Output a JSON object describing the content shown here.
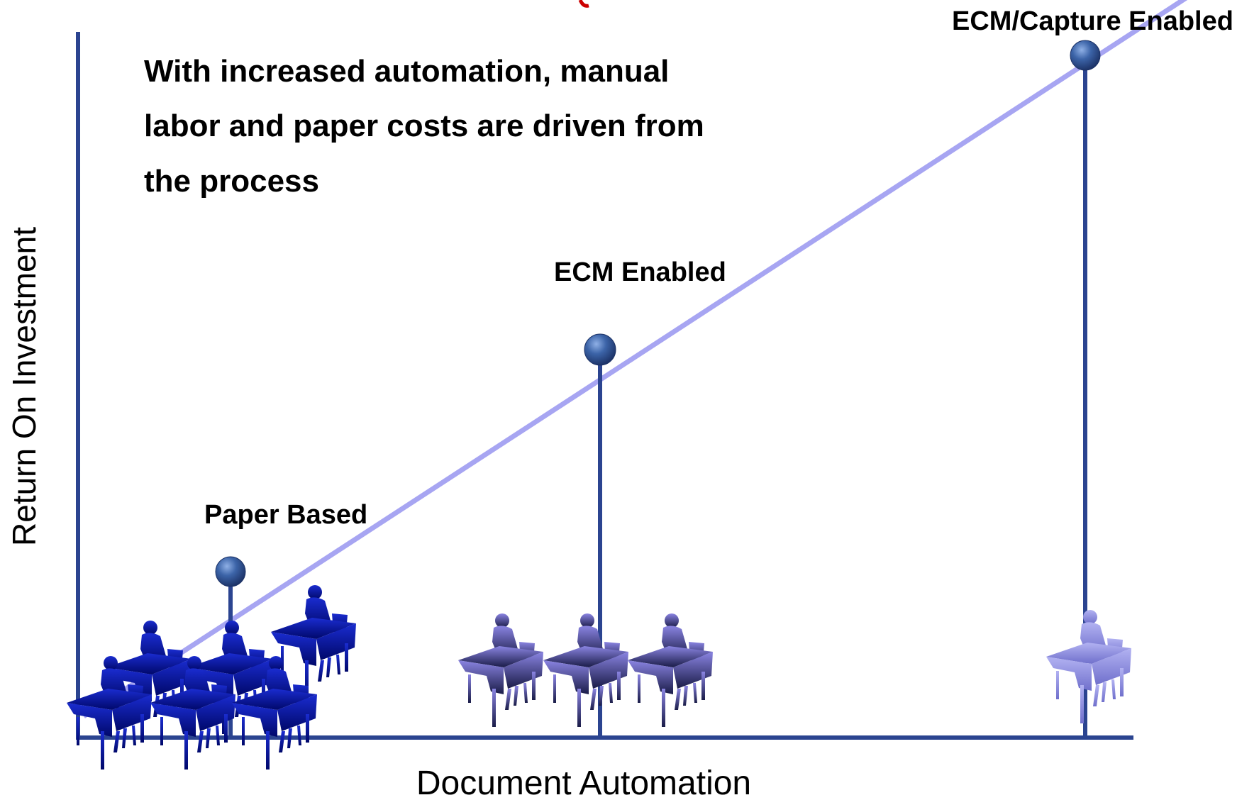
{
  "headline": [
    "With increased automation, manual",
    "labor and paper costs are driven from",
    "the process"
  ],
  "axes": {
    "x_label": "Document Automation",
    "y_label": "Return On Investment"
  },
  "stages": [
    {
      "label": "Paper Based",
      "workers": 6,
      "desk_color": "#0a14b8"
    },
    {
      "label": "ECM Enabled",
      "workers": 3,
      "desk_color": "#6a66c8"
    },
    {
      "label": "ECM/Capture Enabled",
      "workers": 1,
      "desk_color": "#9a9ae8"
    }
  ],
  "colors": {
    "axis": "#2b4490",
    "trend_line": "#a7a5f2",
    "marker": "#2e4d8e",
    "title_fragment": "#cc0000"
  },
  "icons": [
    "desk-worker-icon"
  ]
}
